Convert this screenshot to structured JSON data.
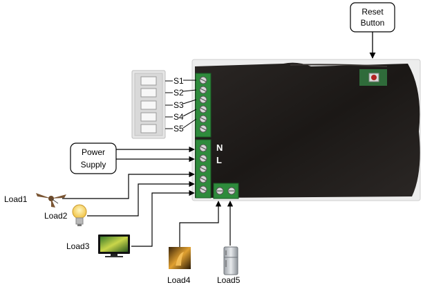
{
  "callouts": {
    "reset_line1": "Reset",
    "reset_line2": "Button",
    "power_line1": "Power",
    "power_line2": "Supply"
  },
  "switch_labels": [
    "S1",
    "S2",
    "S3",
    "S4",
    "S5"
  ],
  "power_terminals": {
    "n": "N",
    "l": "L"
  },
  "loads": {
    "load1": "Load1",
    "load2": "Load2",
    "load3": "Load3",
    "load4": "Load4",
    "load5": "Load5"
  },
  "colors": {
    "module_body": "#1e1b19",
    "terminal_green": "#2e8b3c",
    "switch_panel": "#dcdcdc",
    "reset_button": "#b22222"
  }
}
